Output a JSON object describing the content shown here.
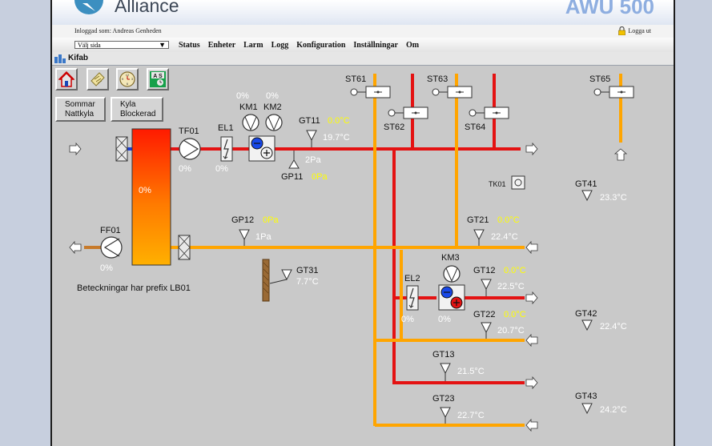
{
  "banner": {
    "brand": "Alliance",
    "product": "AWU 500"
  },
  "userbar": {
    "logged_in": "Inloggad som: Andreas Genheden",
    "logout": "Logga ut"
  },
  "menubar": {
    "page_select": "Välj sida",
    "items": [
      "Status",
      "Enheter",
      "Larm",
      "Logg",
      "Konfiguration",
      "Inställningar",
      "Om"
    ]
  },
  "site": {
    "name": "Kifab"
  },
  "buttons": {
    "summer_night": [
      "Sommar",
      "Nattkyla"
    ],
    "cooling_blocked": [
      "Kyla",
      "Blockerad"
    ]
  },
  "schematic": {
    "note": "Beteckningar har prefix LB01",
    "colors": {
      "supply_hot": "#e41212",
      "extract_warm": "#ffa500",
      "outdoor": "#1e3fd6",
      "setpoint_text": "#ffff00",
      "value_text": "#ffffff"
    },
    "filter_temp": "0%",
    "tf01": {
      "label": "TF01",
      "value": "0%"
    },
    "ff01": {
      "label": "FF01",
      "value": "0%"
    },
    "el1": {
      "label": "EL1",
      "value": "0%"
    },
    "km1": {
      "label": "KM1",
      "value": "0%"
    },
    "km2": {
      "label": "KM2",
      "value": "0%"
    },
    "gt11": {
      "label": "GT11",
      "setpoint": "0.0°C",
      "value": "19.7°C"
    },
    "gp11": {
      "label": "GP11",
      "value": "2Pa",
      "setpoint": "0Pa"
    },
    "gp12": {
      "label": "GP12",
      "setpoint": "0Pa",
      "value": "1Pa"
    },
    "gt31": {
      "label": "GT31",
      "value": "7.7°C"
    },
    "st61": {
      "label": "ST61"
    },
    "st62": {
      "label": "ST62"
    },
    "st63": {
      "label": "ST63"
    },
    "st64": {
      "label": "ST64"
    },
    "st65": {
      "label": "ST65"
    },
    "tk01": {
      "label": "TK01"
    },
    "gt41": {
      "label": "GT41",
      "value": "23.3°C"
    },
    "gt21": {
      "label": "GT21",
      "setpoint": "0.0°C",
      "value": "22.4°C"
    },
    "km3": {
      "label": "KM3",
      "value": "0%"
    },
    "el2": {
      "label": "EL2",
      "value": "0%"
    },
    "gt12": {
      "label": "GT12",
      "setpoint": "0.0°C",
      "value": "22.5°C"
    },
    "gt22": {
      "label": "GT22",
      "setpoint": "0.0°C",
      "value": "20.7°C"
    },
    "gt42": {
      "label": "GT42",
      "value": "22.4°C"
    },
    "gt13": {
      "label": "GT13",
      "value": "21.5°C"
    },
    "gt23": {
      "label": "GT23",
      "value": "22.7°C"
    },
    "gt43": {
      "label": "GT43",
      "value": "24.2°C"
    }
  }
}
